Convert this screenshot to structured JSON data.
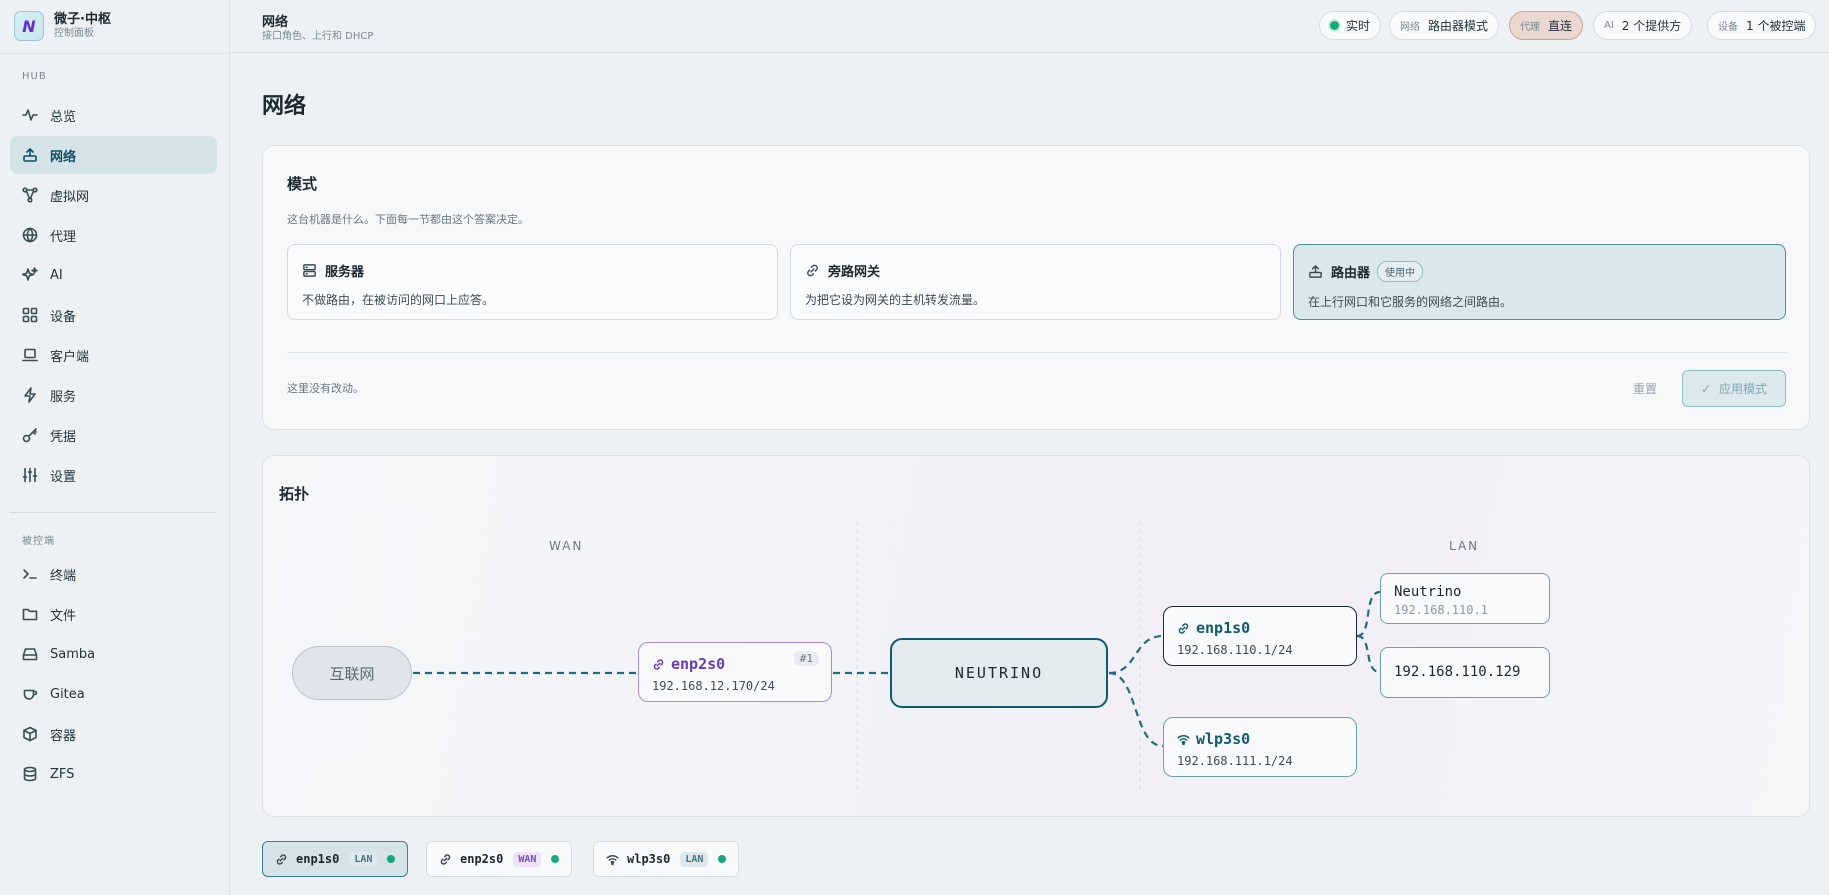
{
  "brand": {
    "logo_letter": "N",
    "title": "微子·中枢",
    "subtitle": "控制面板"
  },
  "sidebar": {
    "section_hub": "HUB",
    "hub_items": [
      {
        "label": "总览",
        "icon": "activity-icon"
      },
      {
        "label": "网络",
        "icon": "network-icon",
        "active": true
      },
      {
        "label": "虚拟网",
        "icon": "mesh-icon"
      },
      {
        "label": "代理",
        "icon": "globe-icon"
      },
      {
        "label": "AI",
        "icon": "sparkle-icon"
      },
      {
        "label": "设备",
        "icon": "grid-icon"
      },
      {
        "label": "客户端",
        "icon": "laptop-icon"
      },
      {
        "label": "服务",
        "icon": "bolt-icon"
      },
      {
        "label": "凭据",
        "icon": "key-icon"
      },
      {
        "label": "设置",
        "icon": "sliders-icon"
      }
    ],
    "section_managed": "被控端",
    "managed_items": [
      {
        "label": "终端",
        "icon": "terminal-icon"
      },
      {
        "label": "文件",
        "icon": "folder-icon"
      },
      {
        "label": "Samba",
        "icon": "drive-icon"
      },
      {
        "label": "Gitea",
        "icon": "cup-icon"
      },
      {
        "label": "容器",
        "icon": "box-icon"
      },
      {
        "label": "ZFS",
        "icon": "database-icon"
      }
    ]
  },
  "topbar": {
    "title": "网络",
    "subtitle": "接口角色、上行和 DHCP",
    "live": "实时",
    "network_key": "网络",
    "network_val": "路由器模式",
    "proxy_key": "代理",
    "proxy_val": "直连",
    "ai_key": "AI",
    "ai_val": "2 个提供方",
    "device_key": "设备",
    "device_val": "1 个被控端"
  },
  "page": {
    "title": "网络"
  },
  "mode": {
    "title": "模式",
    "description": "这台机器是什么。下面每一节都由这个答案决定。",
    "options": [
      {
        "title": "服务器",
        "desc": "不做路由，在被访问的网口上应答。",
        "icon": "server-icon"
      },
      {
        "title": "旁路网关",
        "desc": "为把它设为网关的主机转发流量。",
        "icon": "link-icon"
      },
      {
        "title": "路由器",
        "desc": "在上行网口和它服务的网络之间路由。",
        "icon": "router-icon",
        "badge": "使用中",
        "active": true
      }
    ],
    "no_change": "这里没有改动。",
    "reset": "重置",
    "apply": "应用模式"
  },
  "topology": {
    "title": "拓扑",
    "wan_label": "WAN",
    "lan_label": "LAN",
    "internet": "互联网",
    "wan_iface": {
      "name": "enp2s0",
      "ip": "192.168.12.170/24",
      "badge": "#1"
    },
    "core": "NEUTRINO",
    "lan_ifaces": [
      {
        "name": "enp1s0",
        "ip": "192.168.110.1/24",
        "icon": "link-icon"
      },
      {
        "name": "wlp3s0",
        "ip": "192.168.111.1/24",
        "icon": "wifi-icon"
      }
    ],
    "clients": [
      {
        "name": "Neutrino",
        "ip": "192.168.110.1"
      },
      {
        "name": "192.168.110.129"
      }
    ]
  },
  "interfaces": [
    {
      "name": "enp1s0",
      "role": "LAN",
      "icon": "link-icon",
      "active": true
    },
    {
      "name": "enp2s0",
      "role": "WAN",
      "icon": "link-icon"
    },
    {
      "name": "wlp3s0",
      "role": "LAN",
      "icon": "wifi-icon"
    }
  ]
}
